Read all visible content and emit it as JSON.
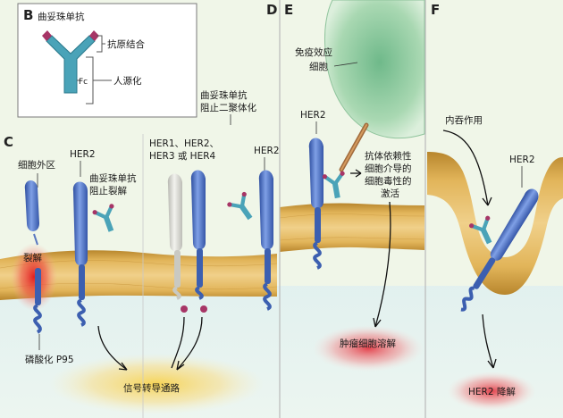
{
  "panels": {
    "b": {
      "letter": "B",
      "title": "曲妥珠单抗",
      "antigen_binding": "抗原结合",
      "fc": "Fc",
      "humanized": "人源化"
    },
    "c": {
      "letter": "C",
      "extracellular": "细胞外区",
      "her2": "HER2",
      "blocks_cleavage_1": "曲妥珠单抗",
      "blocks_cleavage_2": "阻止裂解",
      "cleavage": "裂解",
      "p95": "磷酸化 P95"
    },
    "d": {
      "letter": "D",
      "receptors_1": "HER1、HER2、",
      "receptors_2": "HER3 或 HER4",
      "blocks_dimer_1": "曲妥珠单抗",
      "blocks_dimer_2": "阻止二聚体化",
      "her2": "HER2",
      "signaling": "信号转导通路"
    },
    "e": {
      "letter": "E",
      "immune_1": "免疫效应",
      "immune_2": "细胞",
      "her2": "HER2",
      "adcc_1": "抗体依赖性",
      "adcc_2": "细胞介导的",
      "adcc_3": "细胞毒性的",
      "adcc_4": "激活",
      "lysis": "肿瘤细胞溶解"
    },
    "f": {
      "letter": "F",
      "endocytosis": "内吞作用",
      "her2": "HER2",
      "degradation": "HER2 降解"
    }
  },
  "colors": {
    "background": "#f1f7ea",
    "membrane": "#d9a84a",
    "receptor": "#4f74c8",
    "antibody": "#3f9fb0",
    "antibody_tip": "#a83565",
    "signal_glow": "#f5cf5a",
    "lysis_glow": "#e8555a",
    "immune_cell": "#86c596"
  }
}
